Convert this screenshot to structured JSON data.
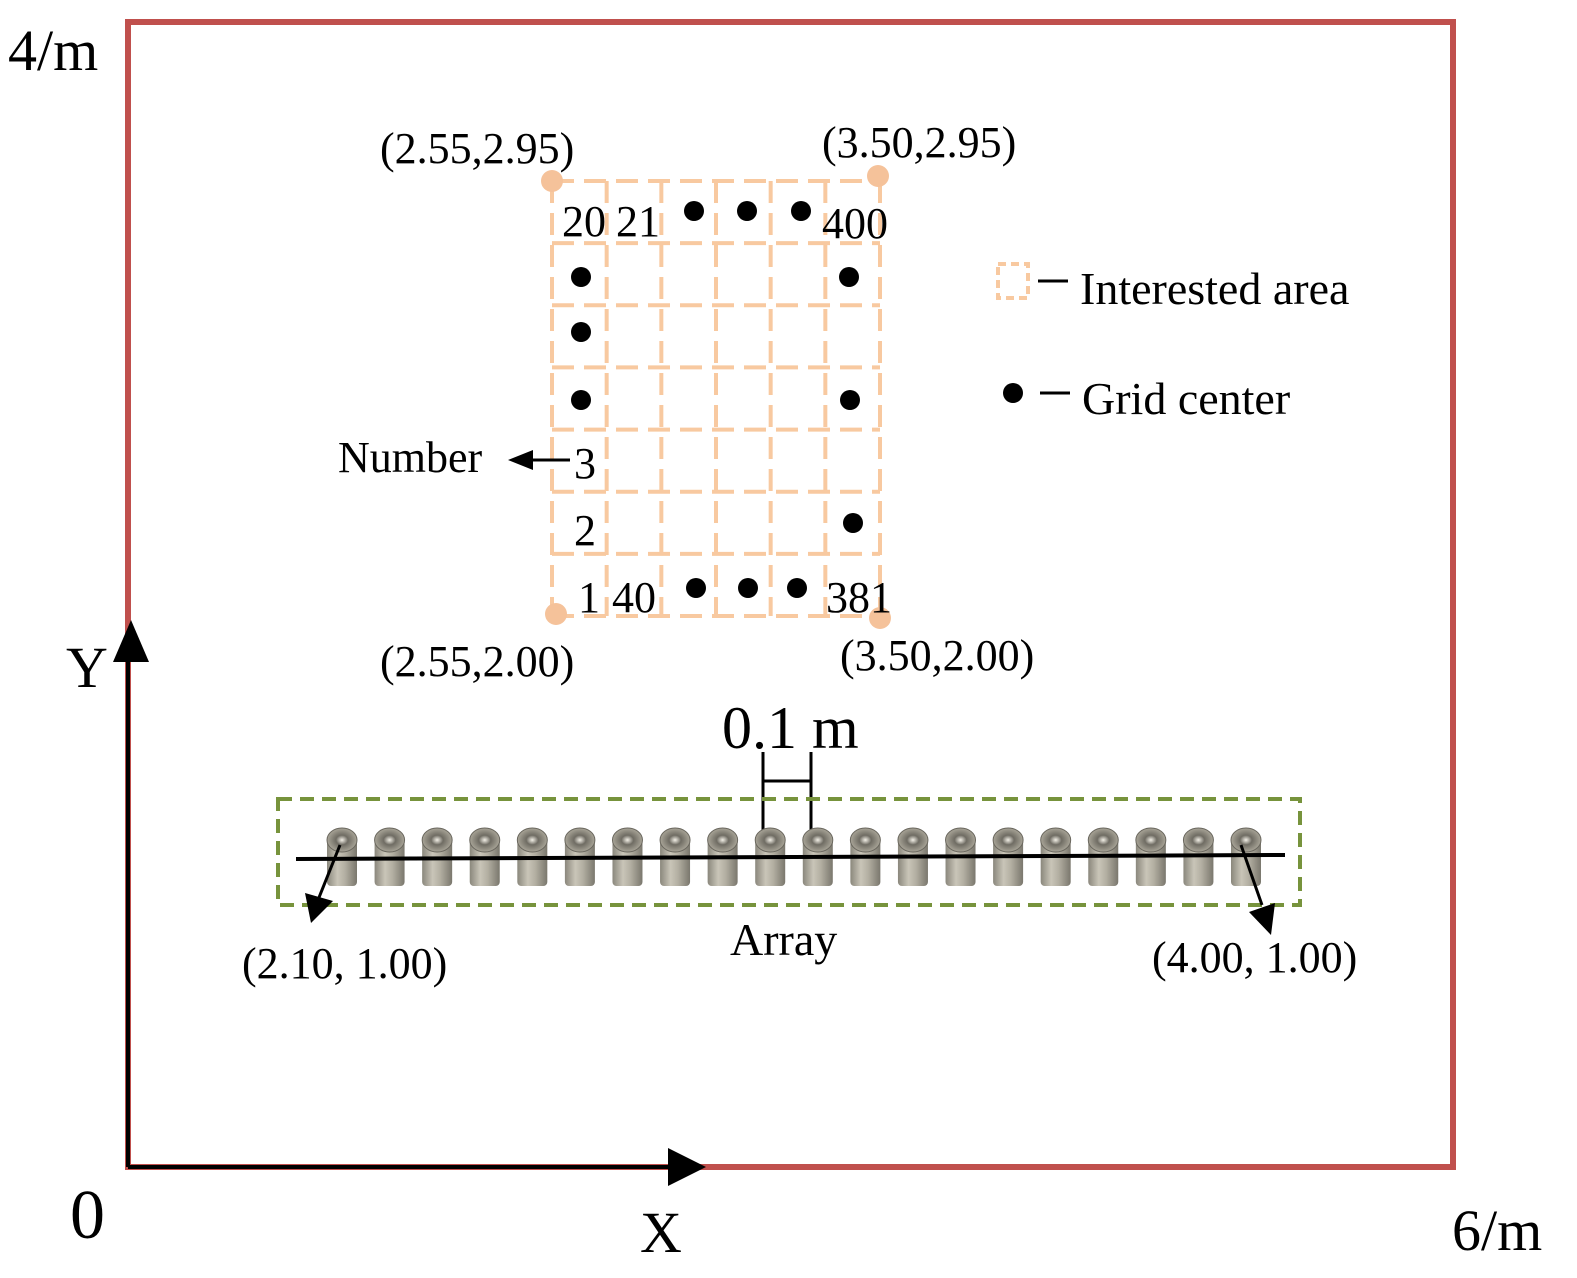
{
  "room": {
    "origin_label": "0",
    "x_max_label": "6/m",
    "y_max_label": "4/m",
    "x_axis_label": "X",
    "y_axis_label": "Y",
    "border_color": "#c0504d"
  },
  "interested_area": {
    "corner_top_left": "(2.55,2.95)",
    "corner_top_right": "(3.50,2.95)",
    "corner_bottom_left": "(2.55,2.00)",
    "corner_bottom_right": "(3.50,2.00)",
    "grid_numbers": {
      "top_left_a": "20",
      "top_left_b": "21",
      "top_right": "400",
      "bottom_left_a": "1",
      "bottom_left_b": "40",
      "bottom_right": "381",
      "row3": "3",
      "row2": "2"
    },
    "number_callout": "Number",
    "color": "#f8c9a0",
    "corner_dot_color": "#f5c29a"
  },
  "legend": {
    "interested_area_label": "Interested area",
    "grid_center_label": "Grid center",
    "dash": "─"
  },
  "array": {
    "label": "Array",
    "spacing_label": "0.1 m",
    "left_end": "(2.10, 1.00)",
    "right_end": "(4.00, 1.00)",
    "microphone_count": 20,
    "box_color": "#77933c"
  }
}
